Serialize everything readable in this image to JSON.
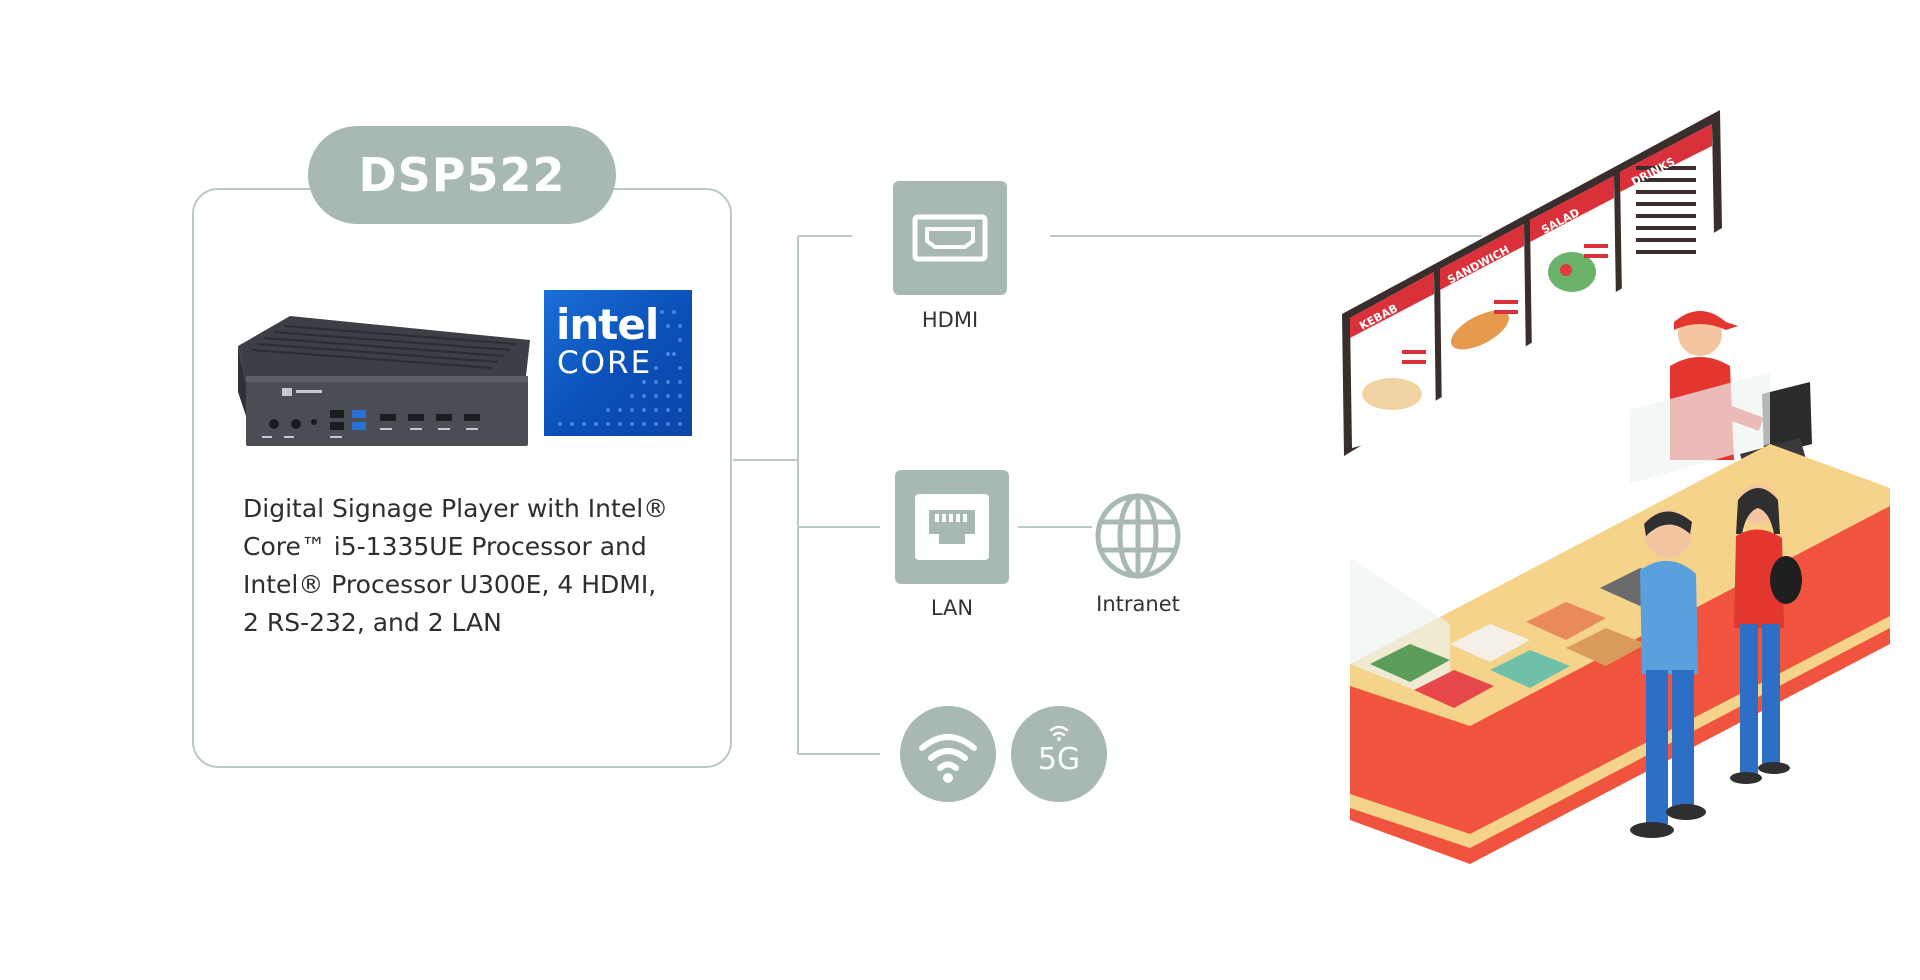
{
  "product": {
    "title": "DSP522",
    "description": "Digital Signage Player with Intel®\nCore™ i5-1335UE Processor and\nIntel® Processor U300E, 4 HDMI,\n2 RS-232, and 2 LAN"
  },
  "badge": {
    "brand": "intel",
    "line": "CORE"
  },
  "connections": {
    "hdmi_label": "HDMI",
    "lan_label": "LAN",
    "intranet_label": "Intranet",
    "fiveg_text": "5G"
  },
  "menu_board": {
    "sections": [
      "KEBAB",
      "SANDWICH",
      "SALAD",
      "DRINKS"
    ]
  },
  "colors": {
    "accent_gray": "#a7b8b5",
    "line_gray": "#b9c9c6",
    "counter_red": "#f0533e",
    "menu_red": "#d9303a",
    "intel_blue": "#0b55c2"
  },
  "icons": [
    "hdmi-port-icon",
    "lan-port-icon",
    "globe-icon",
    "wifi-icon",
    "5g-icon"
  ]
}
